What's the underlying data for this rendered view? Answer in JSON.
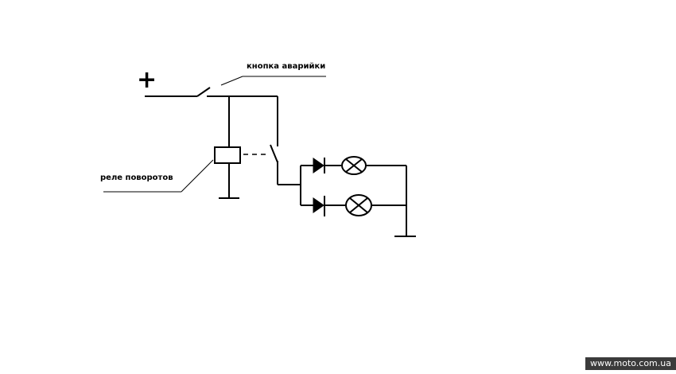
{
  "diagram": {
    "plus_sign": "+",
    "hazard_button_label": "кнопка аварийки",
    "turn_relay_label": "реле поворотов"
  },
  "watermark": {
    "text": "www.moto.com.ua",
    "background": "#3b3b3b",
    "color": "#ffffff"
  },
  "colors": {
    "wire": "#000000",
    "background": "#ffffff"
  }
}
